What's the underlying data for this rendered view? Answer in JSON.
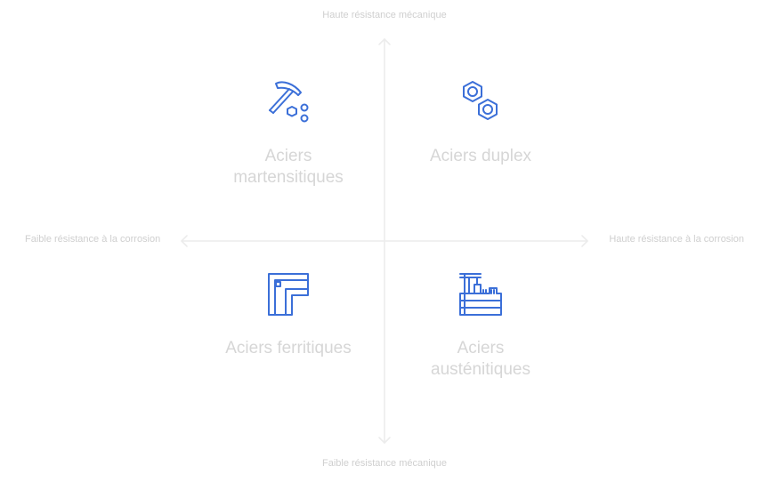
{
  "axes": {
    "top": "Haute résistance mécanique",
    "bottom": "Faible résistance mécanique",
    "left": "Faible résistance à la corrosion",
    "right": "Haute résistance à la corrosion"
  },
  "quadrants": {
    "top_left": {
      "line1": "Aciers",
      "line2": "martensitiques",
      "icon": "pickaxe-nuts-icon"
    },
    "top_right": {
      "line1": "Aciers duplex",
      "line2": "",
      "icon": "hex-nuts-icon"
    },
    "bottom_left": {
      "line1": "Aciers ferritiques",
      "line2": "",
      "icon": "pipe-elbow-icon"
    },
    "bottom_right": {
      "line1": "Aciers",
      "line2": "austénitiques",
      "icon": "industrial-equipment-icon"
    }
  },
  "colors": {
    "icon": "#3b6fd8",
    "axis": "#ececec",
    "label": "#d6d6d6",
    "axis_text": "#cfcfcf"
  }
}
